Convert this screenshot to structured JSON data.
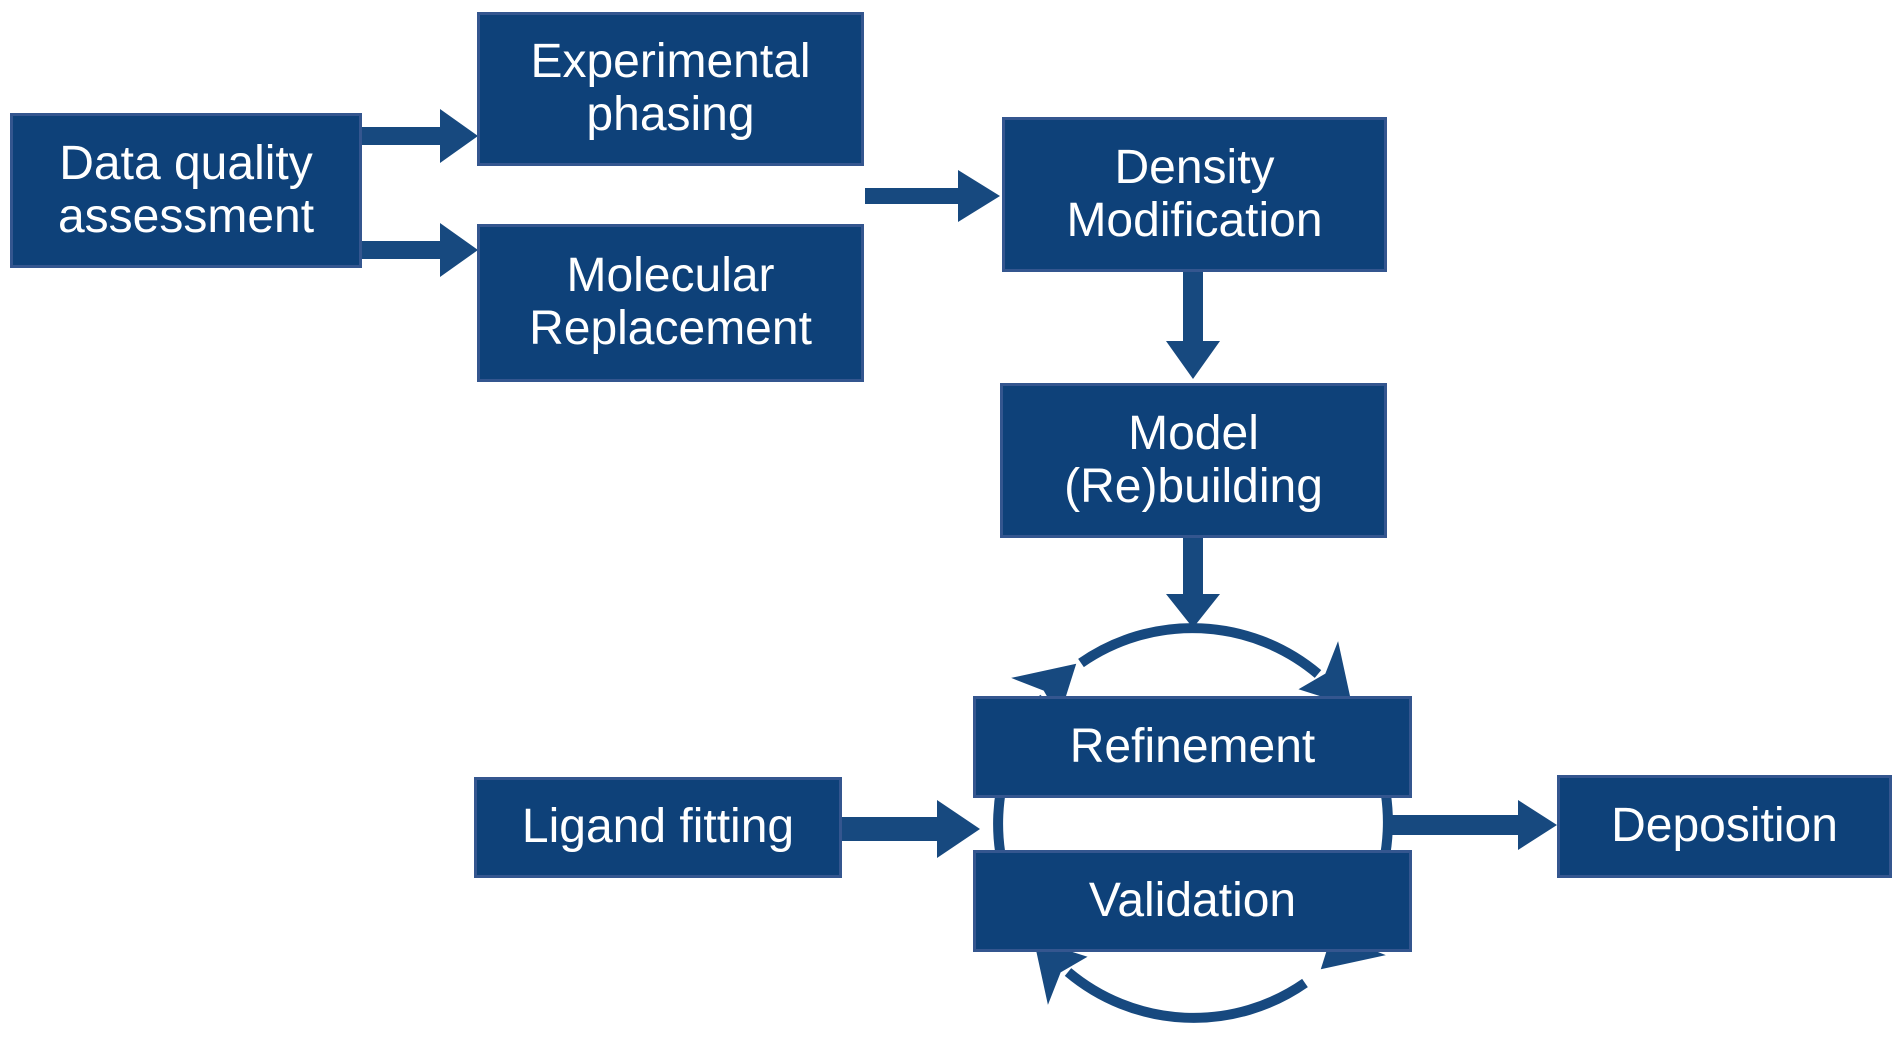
{
  "diagram": {
    "description": "Crystallographic structure solution workflow flowchart",
    "colors": {
      "box_fill": "#0e4179",
      "box_border": "#34568f",
      "arrow": "#17497f",
      "text": "#ffffff",
      "bg": "#ffffff"
    },
    "nodes": {
      "data_quality": "Data quality\nassessment",
      "experimental_phasing": "Experimental\nphasing",
      "molecular_replacement": "Molecular\nReplacement",
      "density_modification": "Density\nModification",
      "model_rebuilding": "Model\n(Re)building",
      "refinement": "Refinement",
      "validation": "Validation",
      "ligand_fitting": "Ligand fitting",
      "deposition": "Deposition"
    },
    "connections": [
      {
        "from": "Data quality assessment",
        "to": "Experimental phasing",
        "type": "arrow"
      },
      {
        "from": "Data quality assessment",
        "to": "Molecular Replacement",
        "type": "arrow"
      },
      {
        "from": "Experimental phasing / Molecular Replacement",
        "to": "Density Modification",
        "type": "arrow"
      },
      {
        "from": "Density Modification",
        "to": "Model (Re)building",
        "type": "arrow"
      },
      {
        "from": "Model (Re)building",
        "to": "Refinement-Validation cycle",
        "type": "arrow"
      },
      {
        "from": "Ligand fitting",
        "to": "Refinement-Validation cycle",
        "type": "arrow"
      },
      {
        "from": "Refinement-Validation cycle",
        "to": "Deposition",
        "type": "arrow"
      },
      {
        "from": "Refinement",
        "to": "Validation",
        "type": "clockwise-cycle"
      },
      {
        "from": "Validation",
        "to": "Refinement",
        "type": "clockwise-cycle"
      }
    ]
  }
}
